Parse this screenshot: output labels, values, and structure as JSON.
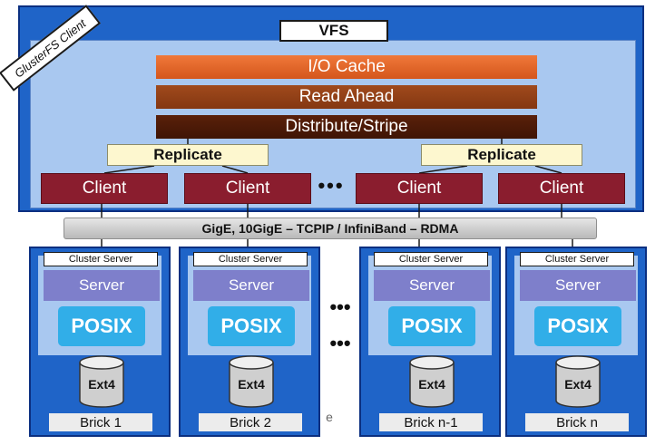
{
  "client": {
    "label": "GlusterFS Client",
    "vfs": "VFS",
    "translators": [
      "I/O Cache",
      "Read Ahead",
      "Distribute/Stripe"
    ],
    "replicate_label": "Replicate",
    "client_label": "Client",
    "ellipsis": "•••"
  },
  "network": {
    "label": "GigE, 10GigE – TCPIP / InfiniBand – RDMA"
  },
  "bricks": {
    "cluster_server_label": "Cluster Server",
    "server_label": "Server",
    "posix_label": "POSIX",
    "fs_label": "Ext4",
    "names": [
      "Brick 1",
      "Brick 2",
      "Brick n-1",
      "Brick n"
    ],
    "ellipsis": "•••",
    "stray_text": "e"
  },
  "colors": {
    "client_blue": "#1f64c8",
    "panel_light_blue": "#a9c8f0",
    "io_cache": "#e8672a",
    "read_ahead": "#8f3f16",
    "distribute": "#4a1807",
    "client_node": "#8a1d2e",
    "server": "#7e7fcb",
    "posix": "#31aee8"
  }
}
